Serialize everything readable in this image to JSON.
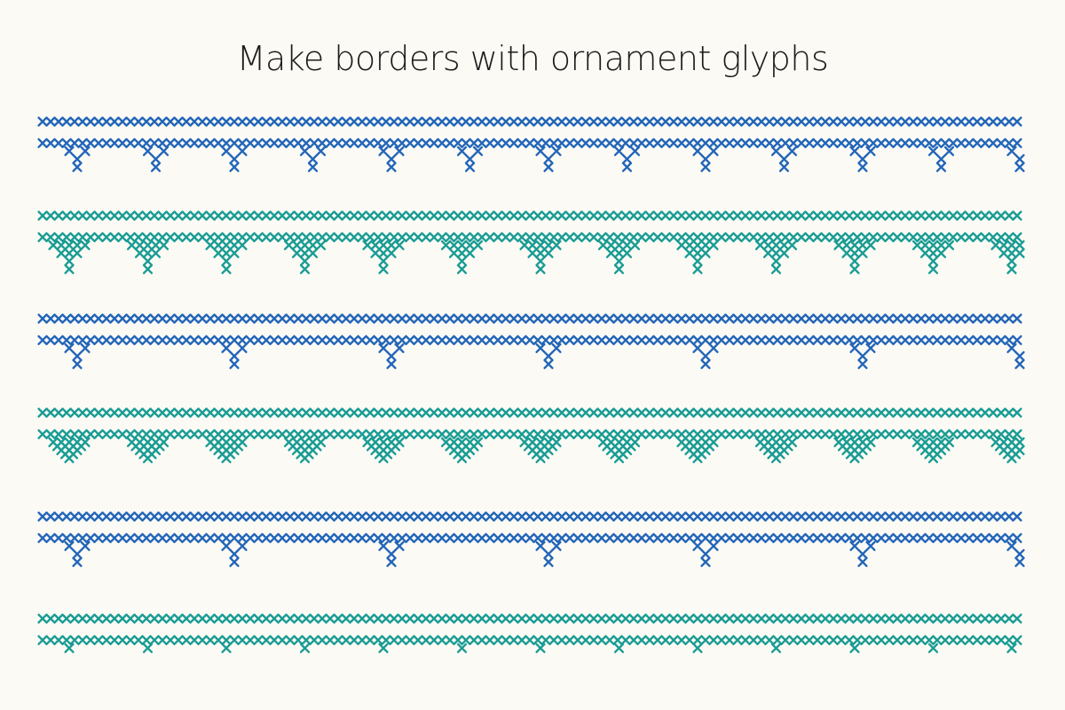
{
  "title": "Make borders with ornament glyphs",
  "colors": {
    "background": "#fbfaf5",
    "blue": "#2366b8",
    "teal": "#1a9c94",
    "text": "#1c1c1c"
  },
  "borders": [
    {
      "color": "blue",
      "motif": "x-drop-1",
      "repeats": 13
    },
    {
      "color": "teal",
      "motif": "x-triangle-tail",
      "repeats": 13
    },
    {
      "color": "blue",
      "motif": "x-triple-drop",
      "repeats": 7
    },
    {
      "color": "teal",
      "motif": "x-cluster",
      "repeats": 13
    },
    {
      "color": "blue",
      "motif": "x-triple-drop",
      "repeats": 7
    },
    {
      "color": "teal",
      "motif": "x-single-drop",
      "repeats": 13
    }
  ]
}
